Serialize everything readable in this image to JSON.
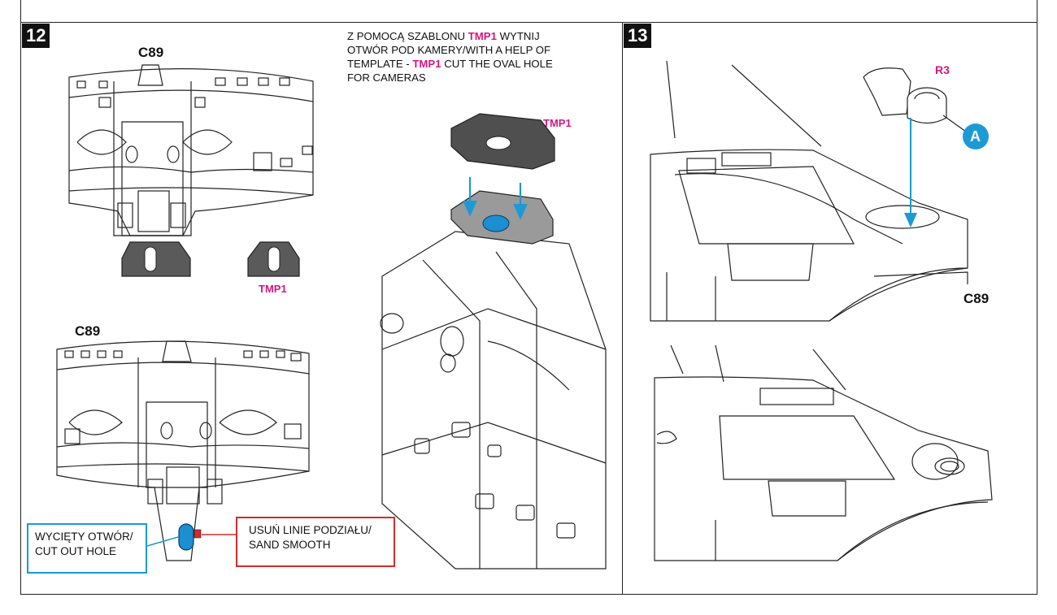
{
  "steps": {
    "step12": {
      "number": "12",
      "part_top": "C89",
      "part_bottom": "C89",
      "template_label": "TMP1",
      "template_label_iso": "TMP1",
      "instruction": {
        "line1_pre": "Z POMOCĄ SZABLONU ",
        "line1_tmp": "TMP1",
        "line1_post": " WYTNIJ",
        "line2": "OTWÓR POD KAMERY/WITH A HELP OF",
        "line3_pre": "TEMPLATE - ",
        "line3_tmp": "TMP1",
        "line3_post": " CUT THE OVAL HOLE",
        "line4": "FOR CAMERAS"
      },
      "callout_cut": {
        "line1": "WYCIĘTY OTWÓR/",
        "line2": "CUT OUT HOLE"
      },
      "callout_sand": {
        "line1": "USUŃ LINIE PODZIAŁU/",
        "line2": "SAND SMOOTH"
      }
    },
    "step13": {
      "number": "13",
      "part_label": "R3",
      "marker": "A",
      "fuselage_label": "C89"
    }
  },
  "colors": {
    "accent_magenta": "#d6177e",
    "arrow_blue": "#1c9ad6",
    "hole_blue": "#1c8fd0",
    "sand_red": "#d42b2b",
    "template_grey": "#5a5a5a",
    "line": "#222222"
  }
}
